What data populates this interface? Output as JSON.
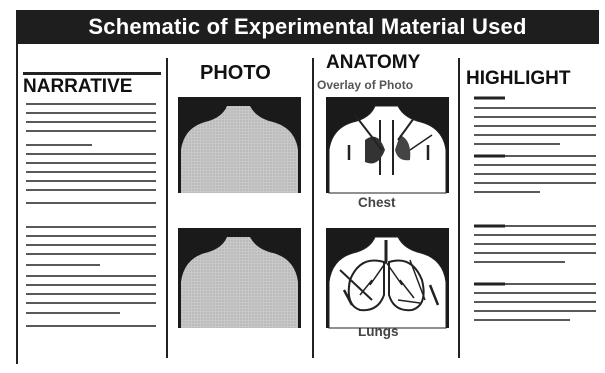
{
  "title": "Schematic of Experimental Material Used",
  "columns": {
    "narrative": "NARRATIVE",
    "photo": "PHOTO",
    "anatomy": "ANATOMY",
    "anatomy_sub": "Overlay of Photo",
    "highlight": "HIGHLIGHT"
  },
  "captions": {
    "chest": "Chest",
    "lungs": "Lungs"
  },
  "colors": {
    "ink": "#1e1e1e",
    "photo_fill": "#bdbdbd",
    "caption_gray": "#555555"
  }
}
